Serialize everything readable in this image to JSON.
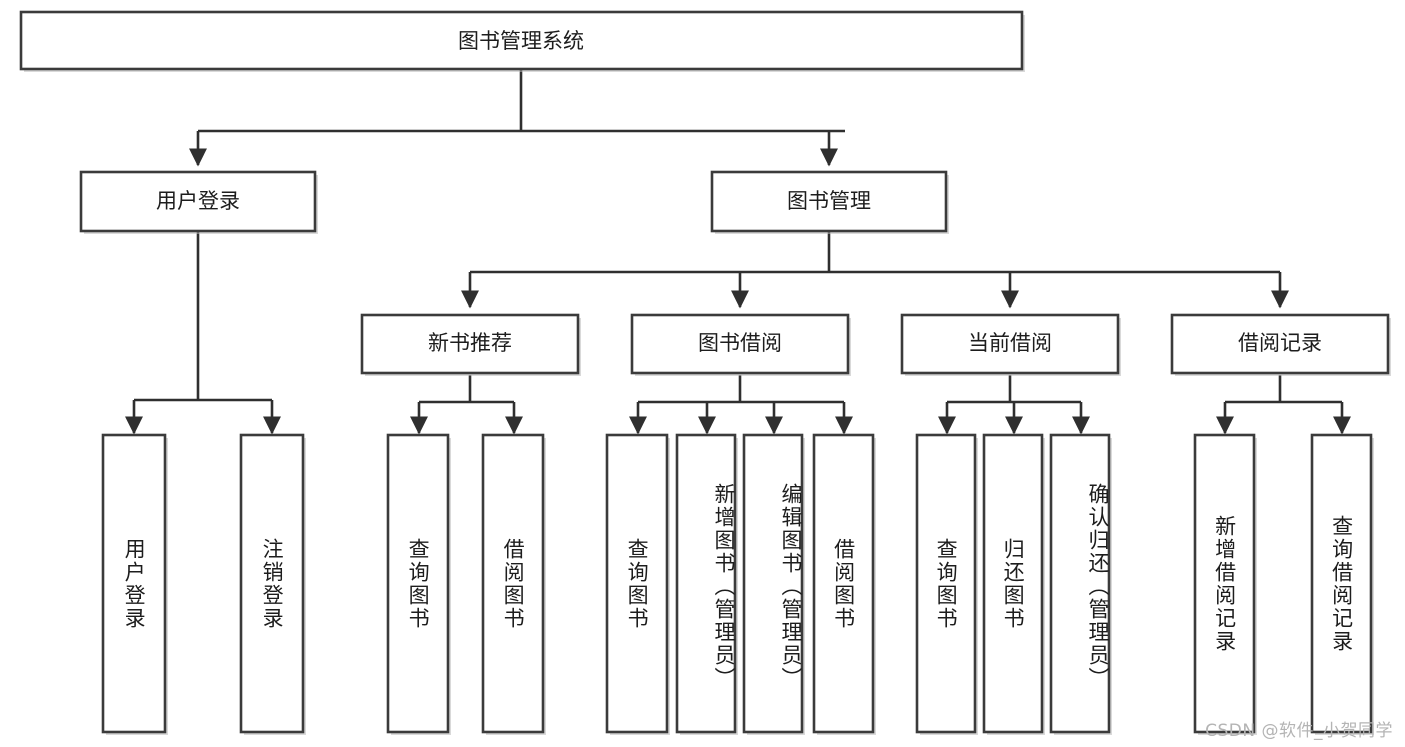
{
  "diagram": {
    "title": "图书管理系统",
    "type": "tree-hierarchy-flowchart",
    "colors": {
      "node_border": "#3b3b3b",
      "node_fill": "#ffffff",
      "edge": "#2f2f2f",
      "text": "#1d1d1d",
      "background": "#ffffff",
      "watermark": "#b4b4b4"
    },
    "root": {
      "label": "图书管理系统"
    },
    "level2": [
      {
        "label": "用户登录"
      },
      {
        "label": "图书管理"
      }
    ],
    "level3": [
      {
        "label": "新书推荐"
      },
      {
        "label": "图书借阅"
      },
      {
        "label": "当前借阅"
      },
      {
        "label": "借阅记录"
      }
    ],
    "leaves": {
      "user_login": [
        {
          "label": "用户登录"
        },
        {
          "label": "注销登录"
        }
      ],
      "new_book_recommend": [
        {
          "label": "查询图书"
        },
        {
          "label": "借阅图书"
        }
      ],
      "book_borrow": [
        {
          "label": "查询图书"
        },
        {
          "label": "新增图书（管理员）"
        },
        {
          "label": "编辑图书（管理员）"
        },
        {
          "label": "借阅图书"
        }
      ],
      "current_borrow": [
        {
          "label": "查询图书"
        },
        {
          "label": "归还图书"
        },
        {
          "label": "确认归还（管理员）"
        }
      ],
      "borrow_record": [
        {
          "label": "新增借阅记录"
        },
        {
          "label": "查询借阅记录"
        }
      ]
    }
  },
  "watermark": {
    "text": "CSDN @软件_小贺同学"
  }
}
